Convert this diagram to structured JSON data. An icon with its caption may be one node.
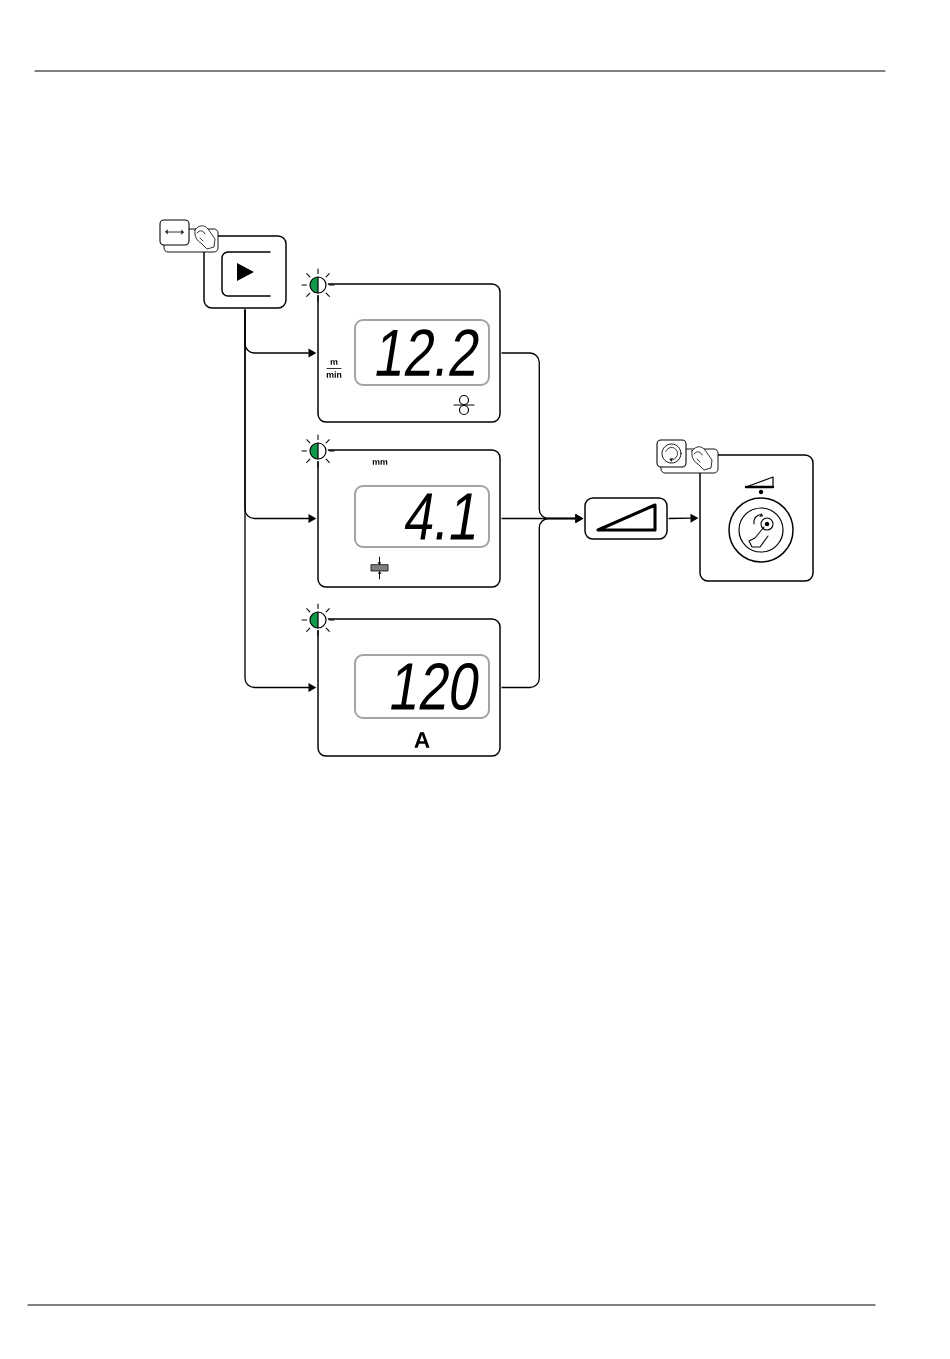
{
  "diagram": {
    "nodes": [
      {
        "text": [],
        "shape": "box"
      },
      {
        "text": [
          "m",
          "min"
        ]
      },
      {
        "text": [
          "12.2"
        ],
        "in": 1
      },
      {
        "text": [
          "mm"
        ]
      },
      {
        "text": [
          "4.1"
        ],
        "in": 3
      },
      {
        "text": [
          "A"
        ]
      },
      {
        "text": [
          "120"
        ],
        "in": 5
      },
      {
        "text": [],
        "shape": "box"
      },
      {
        "text": [],
        "shape": "box"
      }
    ],
    "edges": [
      {
        "from": 0,
        "to": 1,
        "arrow": "to"
      },
      {
        "from": 0,
        "to": 3,
        "arrow": "to"
      },
      {
        "from": 0,
        "to": 5,
        "arrow": "to"
      },
      {
        "from": 1,
        "to": 7,
        "arrow": "to"
      },
      {
        "from": 3,
        "to": 7,
        "arrow": "to"
      },
      {
        "from": 5,
        "to": 7,
        "arrow": "to"
      },
      {
        "from": 7,
        "to": 8,
        "arrow": "to"
      }
    ]
  }
}
